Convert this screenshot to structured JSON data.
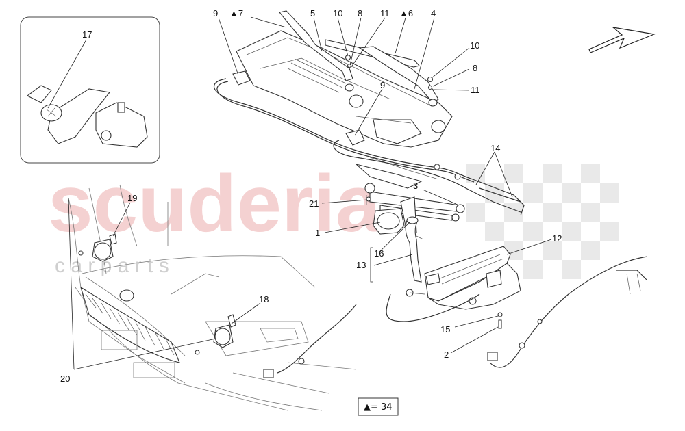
{
  "watermark": {
    "brand": "scuderia",
    "sub": "c a r   p a r t s"
  },
  "diagram": {
    "callouts": [
      {
        "id": "c17",
        "text": "17"
      },
      {
        "id": "c9a",
        "text": "9"
      },
      {
        "id": "c7",
        "text": "▲7"
      },
      {
        "id": "c5",
        "text": "5"
      },
      {
        "id": "c10a",
        "text": "10"
      },
      {
        "id": "c8a",
        "text": "8"
      },
      {
        "id": "c11a",
        "text": "11"
      },
      {
        "id": "c6",
        "text": "▲6"
      },
      {
        "id": "c4",
        "text": "4"
      },
      {
        "id": "c10b",
        "text": "10"
      },
      {
        "id": "c8b",
        "text": "8"
      },
      {
        "id": "c11b",
        "text": "11"
      },
      {
        "id": "c9b",
        "text": "9"
      },
      {
        "id": "c14",
        "text": "14"
      },
      {
        "id": "c3",
        "text": "3"
      },
      {
        "id": "c19",
        "text": "19"
      },
      {
        "id": "c21",
        "text": "21"
      },
      {
        "id": "c1",
        "text": "1"
      },
      {
        "id": "c16",
        "text": "16"
      },
      {
        "id": "c12",
        "text": "12"
      },
      {
        "id": "c13",
        "text": "13"
      },
      {
        "id": "c18",
        "text": "18"
      },
      {
        "id": "c15",
        "text": "15"
      },
      {
        "id": "c2",
        "text": "2"
      },
      {
        "id": "c20",
        "text": "20"
      }
    ],
    "legend": "▲= 34"
  }
}
